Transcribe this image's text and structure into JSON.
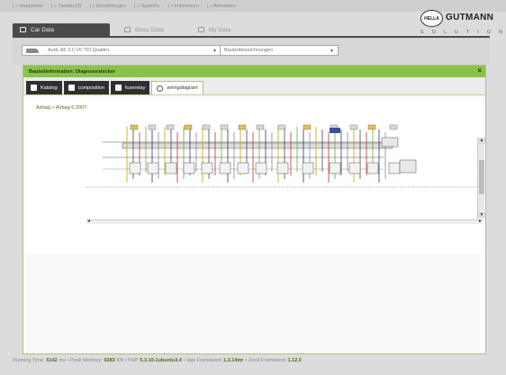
{
  "topnav": {
    "items": [
      "| » Hauptseite",
      "| » Tastatur(3)",
      "| » Einstellungen",
      "| » Sprache",
      "| » Impressum",
      "| » Abmelden"
    ]
  },
  "logo": {
    "brand1": "HELLA",
    "brand2": "GUTMANN",
    "tagline": "S O L U T I O N S"
  },
  "app_tabs": [
    {
      "label": "Car Data",
      "active": true
    },
    {
      "label": "Basic Data",
      "active": false
    },
    {
      "label": "My Data",
      "active": false
    }
  ],
  "vehicle_select": {
    "value": "Audi, A5 3.0 V6 TDI Quattro"
  },
  "parts_select": {
    "value": "Bauteilbezeichnungen"
  },
  "modal": {
    "title": "Bauteilinformation: Diagnosestecker",
    "close": "×",
    "tabs": [
      {
        "label": "Katalog",
        "active": false
      },
      {
        "label": "composition",
        "active": false
      },
      {
        "label": "fuserelay",
        "active": false
      },
      {
        "label": "wiringdiagram",
        "active": true
      }
    ],
    "breadcrumb": "Airbag > Airbag 6.2007-"
  },
  "status": {
    "running_label": "Running Time:",
    "running_value": "5142",
    "running_unit": "ms • Peak Memory:",
    "memory_value": "9283",
    "memory_unit": "KB • PHP",
    "php_value": "5.3.10-1ubuntu3.4",
    "hgs_label": "• Hgs Framework",
    "hgs_value": "1.2.14mr",
    "zend_label": "• Zend Framework",
    "zend_value": "1.12.0"
  },
  "colors": {
    "accent_green": "#8bc34a",
    "dark_tab": "#2f2f2f",
    "header_dark": "#4a4a4a"
  }
}
